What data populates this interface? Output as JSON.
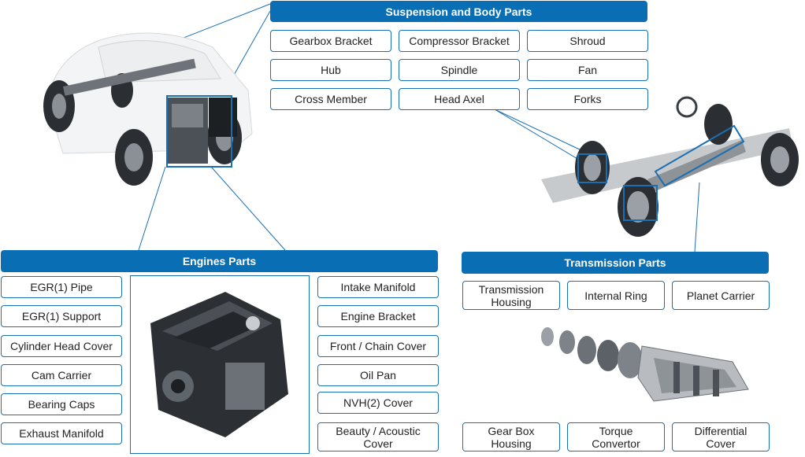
{
  "colors": {
    "accent": "#0a6eb4",
    "border": "#1a6fb3"
  },
  "suspension": {
    "title": "Suspension and Body Parts",
    "items": [
      "Gearbox Bracket",
      "Compressor Bracket",
      "Shroud",
      "Hub",
      "Spindle",
      "Fan",
      "Cross Member",
      "Head Axel",
      "Forks"
    ]
  },
  "engines": {
    "title": "Engines Parts",
    "left_items": [
      "EGR(1) Pipe",
      "EGR(1) Support",
      "Cylinder Head Cover",
      "Cam Carrier",
      "Bearing Caps",
      "Exhaust Manifold"
    ],
    "right_items": [
      "Intake Manifold",
      "Engine Bracket",
      "Front / Chain Cover",
      "Oil Pan",
      "NVH(2) Cover",
      "Beauty / Acoustic Cover"
    ]
  },
  "transmission": {
    "title": "Transmission Parts",
    "top_items": [
      "Transmission Housing",
      "Internal Ring",
      "Planet Carrier"
    ],
    "bottom_items": [
      "Gear Box Housing",
      "Torque Convertor",
      "Differential Cover"
    ]
  }
}
